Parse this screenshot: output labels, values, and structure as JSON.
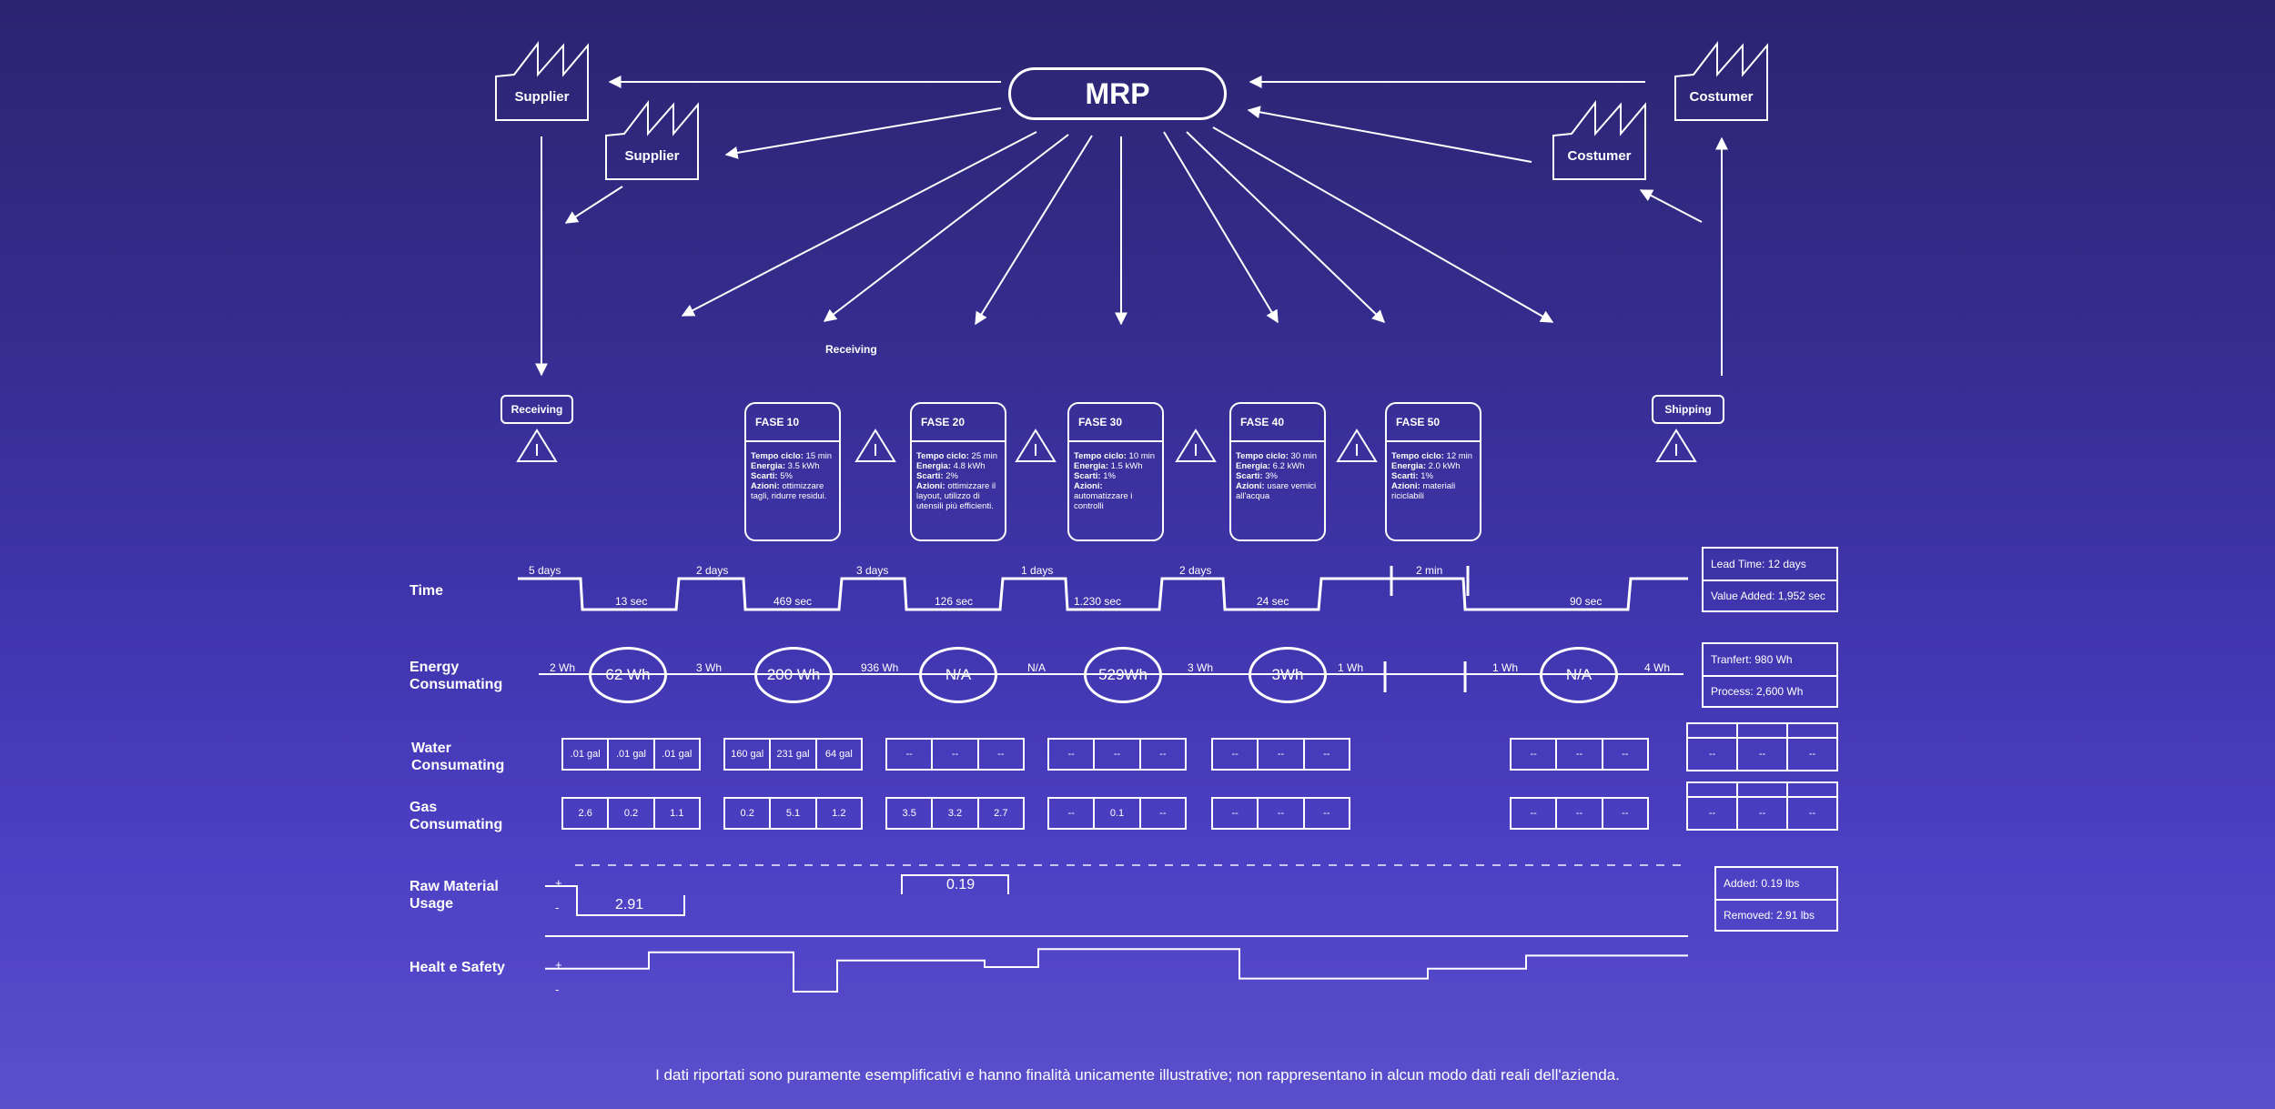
{
  "mrp": {
    "label": "MRP"
  },
  "suppliers": [
    {
      "label": "Supplier"
    },
    {
      "label": "Supplier"
    }
  ],
  "customers": [
    {
      "label": "Costumer"
    },
    {
      "label": "Costumer"
    }
  ],
  "floating_label": "Receiving",
  "receiving": {
    "label": "Receiving"
  },
  "shipping": {
    "label": "Shipping"
  },
  "phases": [
    {
      "title": "FASE 10",
      "tempo_label": "Tempo ciclo:",
      "tempo": "15 min",
      "energia_label": "Energia:",
      "energia": "3.5 kWh",
      "scarti_label": "Scarti:",
      "scarti": "5%",
      "azioni_label": "Azioni:",
      "azioni": "ottimizzare tagli, ridurre residui."
    },
    {
      "title": "FASE 20",
      "tempo_label": "Tempo ciclo:",
      "tempo": "25 min",
      "energia_label": "Energia:",
      "energia": "4.8 kWh",
      "scarti_label": "Scarti:",
      "scarti": "2%",
      "azioni_label": "Azioni:",
      "azioni": "ottimizzare il layout, utilizzo di utensili più efficienti."
    },
    {
      "title": "FASE 30",
      "tempo_label": "Tempo ciclo:",
      "tempo": "10 min",
      "energia_label": "Energia:",
      "energia": "1.5 kWh",
      "scarti_label": "Scarti:",
      "scarti": "1%",
      "azioni_label": "Azioni:",
      "azioni": "automatizzare i controlli"
    },
    {
      "title": "FASE 40",
      "tempo_label": "Tempo ciclo:",
      "tempo": "30 min",
      "energia_label": "Energia:",
      "energia": "6.2 kWh",
      "scarti_label": "Scarti:",
      "scarti": "3%",
      "azioni_label": "Azioni:",
      "azioni": "usare vernici all'acqua"
    },
    {
      "title": "FASE 50",
      "tempo_label": "Tempo ciclo:",
      "tempo": "12 min",
      "energia_label": "Energia:",
      "energia": "2.0 kWh",
      "scarti_label": "Scarti:",
      "scarti": "1%",
      "azioni_label": "Azioni:",
      "azioni": "materiali riciclabili"
    }
  ],
  "rows": {
    "time": "Time",
    "energy": "Energy\nConsumating",
    "water": "Water\nConsumating",
    "gas": "Gas\nConsumating",
    "raw": "Raw Material\nUsage",
    "health": "Healt e Safety"
  },
  "time": {
    "waits": [
      "5 days",
      "2 days",
      "3 days",
      "1 days",
      "2 days",
      "2 min"
    ],
    "process": [
      "13 sec",
      "469 sec",
      "126 sec",
      "1.230 sec",
      "24 sec",
      "90 sec"
    ],
    "summary": [
      "Lead Time: 12 days",
      "Value Added: 1,952 sec"
    ]
  },
  "energy": {
    "transfers": [
      "2 Wh",
      "3 Wh",
      "936 Wh",
      "N/A",
      "3 Wh",
      "1 Wh",
      "1 Wh",
      "4 Wh"
    ],
    "process": [
      "62 Wh",
      "200 Wh",
      "N/A",
      "529Wh",
      "3Wh",
      "N/A"
    ],
    "summary": [
      "Tranfert: 980 Wh",
      "Process: 2,600 Wh"
    ]
  },
  "water": {
    "groups": [
      [
        ".01 gal",
        ".01 gal",
        ".01 gal"
      ],
      [
        "160 gal",
        "231 gal",
        "64 gal"
      ],
      [
        "--",
        "--",
        "--"
      ],
      [
        "--",
        "--",
        "--"
      ],
      [
        "--",
        "--",
        "--"
      ],
      [
        "--",
        "--",
        "--"
      ]
    ],
    "summary": [
      "--",
      "--",
      "--"
    ]
  },
  "gas": {
    "groups": [
      [
        "2.6",
        "0.2",
        "1.1"
      ],
      [
        "0.2",
        "5.1",
        "1.2"
      ],
      [
        "3.5",
        "3.2",
        "2.7"
      ],
      [
        "--",
        "0.1",
        "--"
      ],
      [
        "--",
        "--",
        "--"
      ],
      [
        "--",
        "--",
        "--"
      ]
    ],
    "summary": [
      "--",
      "--",
      "--"
    ]
  },
  "raw_material": {
    "plus": "+",
    "minus": "-",
    "removed_value": "2.91",
    "added_value": "0.19",
    "summary": [
      "Added: 0.19 lbs",
      "Removed: 2.91 lbs"
    ]
  },
  "health": {
    "plus": "+",
    "minus": "-",
    "levels": [
      0.2,
      0.7,
      -0.5,
      0.45,
      0.25,
      0.8,
      -0.1,
      0.2,
      0.6
    ]
  },
  "footer": "I dati riportati sono puramente esemplificativi e hanno finalità unicamente illustrative; non rappresentano in alcun modo dati reali dell'azienda.",
  "colors": {
    "background_top": "#2b2470",
    "background_bottom": "#5a50cc",
    "line": "#ffffff"
  }
}
